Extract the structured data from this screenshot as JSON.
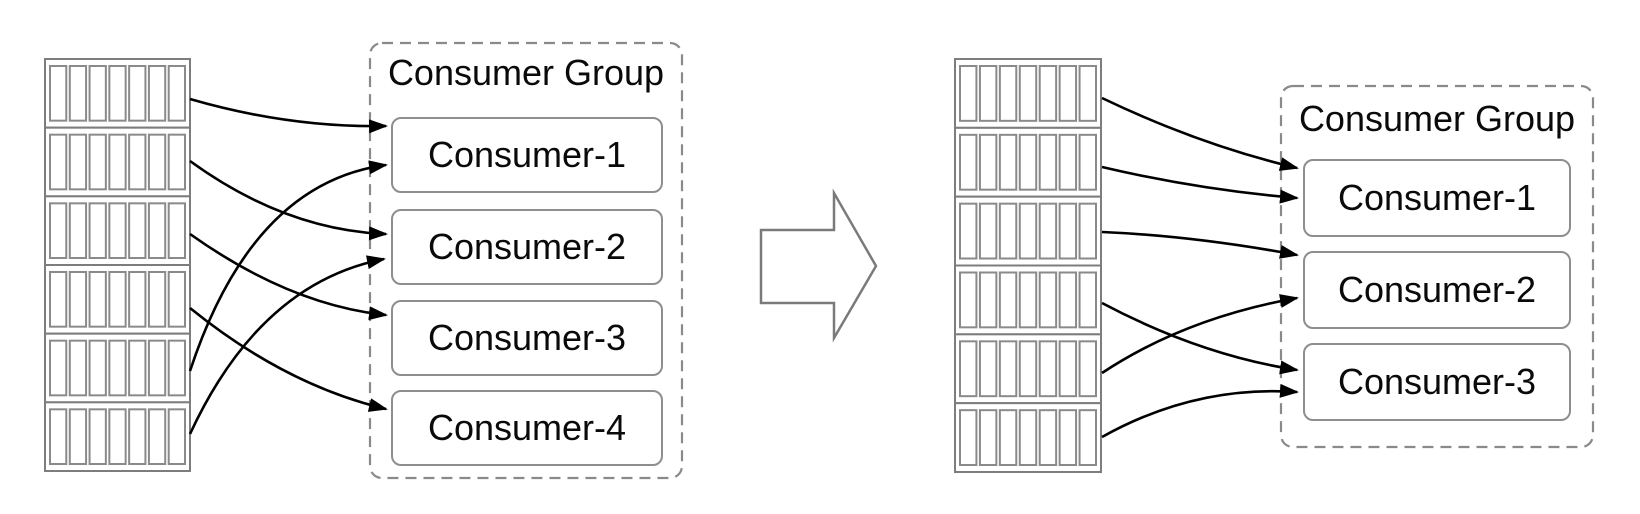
{
  "colors": {
    "background": "#ffffff",
    "flow_arrow": "#000000",
    "partition_border": "#7d7d7d",
    "partition_segment_border": "#8a8a8a",
    "consumer_box_border": "#8e8e8e",
    "group_outline": "#8a8a8a",
    "transition_arrow_border": "#7a7a7a",
    "text": "#0a0a0a"
  },
  "left_diagram": {
    "topic": {
      "partition_rows": 6,
      "segments_per_row": 7
    },
    "consumer_group": {
      "title": "Consumer Group",
      "consumers": [
        "Consumer-1",
        "Consumer-2",
        "Consumer-3",
        "Consumer-4"
      ]
    },
    "assignments": [
      {
        "partition": 1,
        "consumer": "Consumer-1"
      },
      {
        "partition": 2,
        "consumer": "Consumer-2"
      },
      {
        "partition": 3,
        "consumer": "Consumer-3"
      },
      {
        "partition": 4,
        "consumer": "Consumer-4"
      },
      {
        "partition": 5,
        "consumer": "Consumer-1"
      },
      {
        "partition": 6,
        "consumer": "Consumer-2"
      }
    ]
  },
  "transition": {
    "icon": "right-block-arrow"
  },
  "right_diagram": {
    "topic": {
      "partition_rows": 6,
      "segments_per_row": 7
    },
    "consumer_group": {
      "title": "Consumer Group",
      "consumers": [
        "Consumer-1",
        "Consumer-2",
        "Consumer-3"
      ]
    },
    "assignments": [
      {
        "partition": 1,
        "consumer": "Consumer-1"
      },
      {
        "partition": 2,
        "consumer": "Consumer-1"
      },
      {
        "partition": 3,
        "consumer": "Consumer-2"
      },
      {
        "partition": 4,
        "consumer": "Consumer-3"
      },
      {
        "partition": 5,
        "consumer": "Consumer-2"
      },
      {
        "partition": 6,
        "consumer": "Consumer-3"
      }
    ]
  }
}
